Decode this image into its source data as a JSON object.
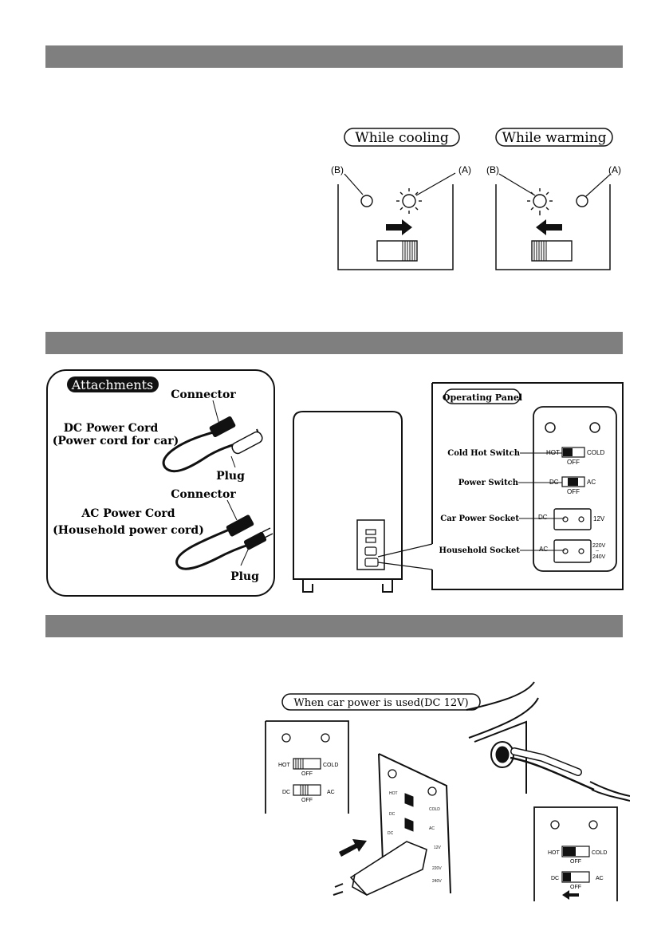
{
  "sections": {
    "indicator": {
      "cooling_label": "While cooling",
      "warming_label": "While warming",
      "lamp_b": "(B)",
      "lamp_a": "(A)"
    },
    "parts": {
      "attachments_label": "Attachments",
      "connector_label": "Connector",
      "dc_cord_label": "DC Power Cord",
      "dc_cord_sub": "(Power cord for car)",
      "plug_label": "Plug",
      "ac_cord_label": "AC Power Cord",
      "ac_cord_sub": "(Household power cord)",
      "operating_panel_label": "Operating Panel",
      "cold_hot_switch": "Cold Hot Switch",
      "power_switch": "Power Switch",
      "car_power_socket": "Car Power Socket",
      "household_socket": "Household Socket",
      "hot": "HOT",
      "cold": "COLD",
      "off": "OFF",
      "dc": "DC",
      "ac": "AC",
      "v12": "12V",
      "v220": "220V",
      "tilde": "~",
      "v240": "240V"
    },
    "car_power": {
      "caption": "When car power is used(DC 12V)",
      "hot": "HOT",
      "cold": "COLD",
      "off": "OFF",
      "dc": "DC",
      "ac": "AC",
      "v12": "12V",
      "v220": "220V",
      "v240": "240V"
    }
  }
}
